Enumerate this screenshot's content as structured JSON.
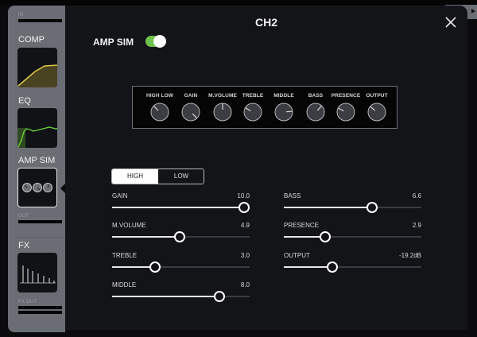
{
  "header": {
    "title": "CH2",
    "close_icon": "close-icon"
  },
  "amp_sim": {
    "label": "AMP SIM",
    "enabled": true,
    "toggle_color": "#6cc24a"
  },
  "sidebar": {
    "in_label": "IN",
    "out_label": "OUT",
    "fx_out_label": "FX OUT",
    "items": [
      {
        "label": "COMP",
        "icon": "compressor-curve-icon"
      },
      {
        "label": "EQ",
        "icon": "eq-curve-icon"
      },
      {
        "label": "AMP SIM",
        "icon": "amp-knobs-icon",
        "active": true
      },
      {
        "label": "FX",
        "icon": "fx-bars-icon"
      }
    ],
    "colors": {
      "panel": "#6a6d73",
      "comp_curve": "#e0c84a",
      "eq_curve": "#6cd13a"
    }
  },
  "knob_panel": {
    "knobs": [
      {
        "label": "HIGH LOW",
        "angle": -45
      },
      {
        "label": "GAIN",
        "angle": 135
      },
      {
        "label": "M.VOLUME",
        "angle": 0
      },
      {
        "label": "TREBLE",
        "angle": -60
      },
      {
        "label": "MIDDLE",
        "angle": 85
      },
      {
        "label": "BASS",
        "angle": 45
      },
      {
        "label": "PRESENCE",
        "angle": -62
      },
      {
        "label": "OUTPUT",
        "angle": -50
      }
    ]
  },
  "mode_selector": {
    "options": [
      "HIGH",
      "LOW"
    ],
    "selected": "HIGH"
  },
  "sliders_left": [
    {
      "label": "GAIN",
      "value": "10.0",
      "percent": 96
    },
    {
      "label": "M.VOLUME",
      "value": "4.9",
      "percent": 49
    },
    {
      "label": "TREBLE",
      "value": "3.0",
      "percent": 31
    },
    {
      "label": "MIDDLE",
      "value": "8.0",
      "percent": 78
    }
  ],
  "sliders_right": [
    {
      "label": "BASS",
      "value": "6.6",
      "percent": 64
    },
    {
      "label": "PRESENCE",
      "value": "2.9",
      "percent": 30
    },
    {
      "label": "OUTPUT",
      "value": "-19.2dB",
      "percent": 35
    }
  ]
}
